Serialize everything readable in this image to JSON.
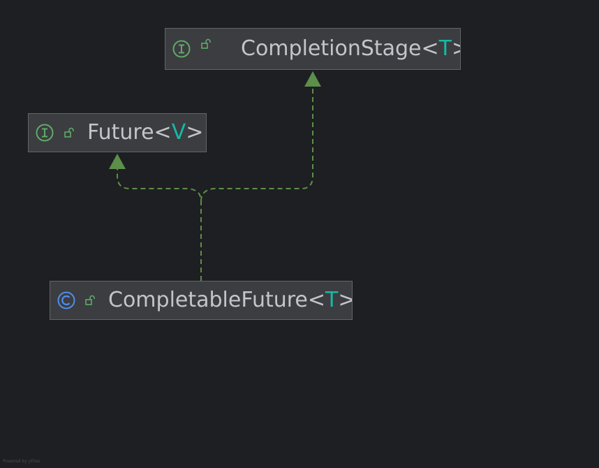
{
  "diagram": {
    "nodes": [
      {
        "id": "stage",
        "kind": "interface",
        "name": "CompletionStage",
        "type_param": "T",
        "icon": "interface-icon",
        "visibility_icon": "unlocked-icon"
      },
      {
        "id": "future",
        "kind": "interface",
        "name": "Future",
        "type_param": "V",
        "icon": "interface-icon",
        "visibility_icon": "unlocked-icon"
      },
      {
        "id": "cf",
        "kind": "class",
        "name": "CompletableFuture",
        "type_param": "T",
        "icon": "class-icon",
        "visibility_icon": "unlocked-icon"
      }
    ],
    "edges": [
      {
        "from": "CompletableFuture",
        "to": "Future",
        "relation": "implements",
        "style": "dashed"
      },
      {
        "from": "CompletableFuture",
        "to": "CompletionStage",
        "relation": "implements",
        "style": "dashed"
      }
    ],
    "credit": "Powered by yFiles"
  },
  "colors": {
    "background": "#1e1f22",
    "node_fill": "#3c3d40",
    "node_border": "#626469",
    "label": "#c3c5ca",
    "type_param": "#18b8a4",
    "interface_icon": "#5faa6a",
    "class_icon": "#4d8ef0",
    "edge": "#5c8f4a"
  }
}
